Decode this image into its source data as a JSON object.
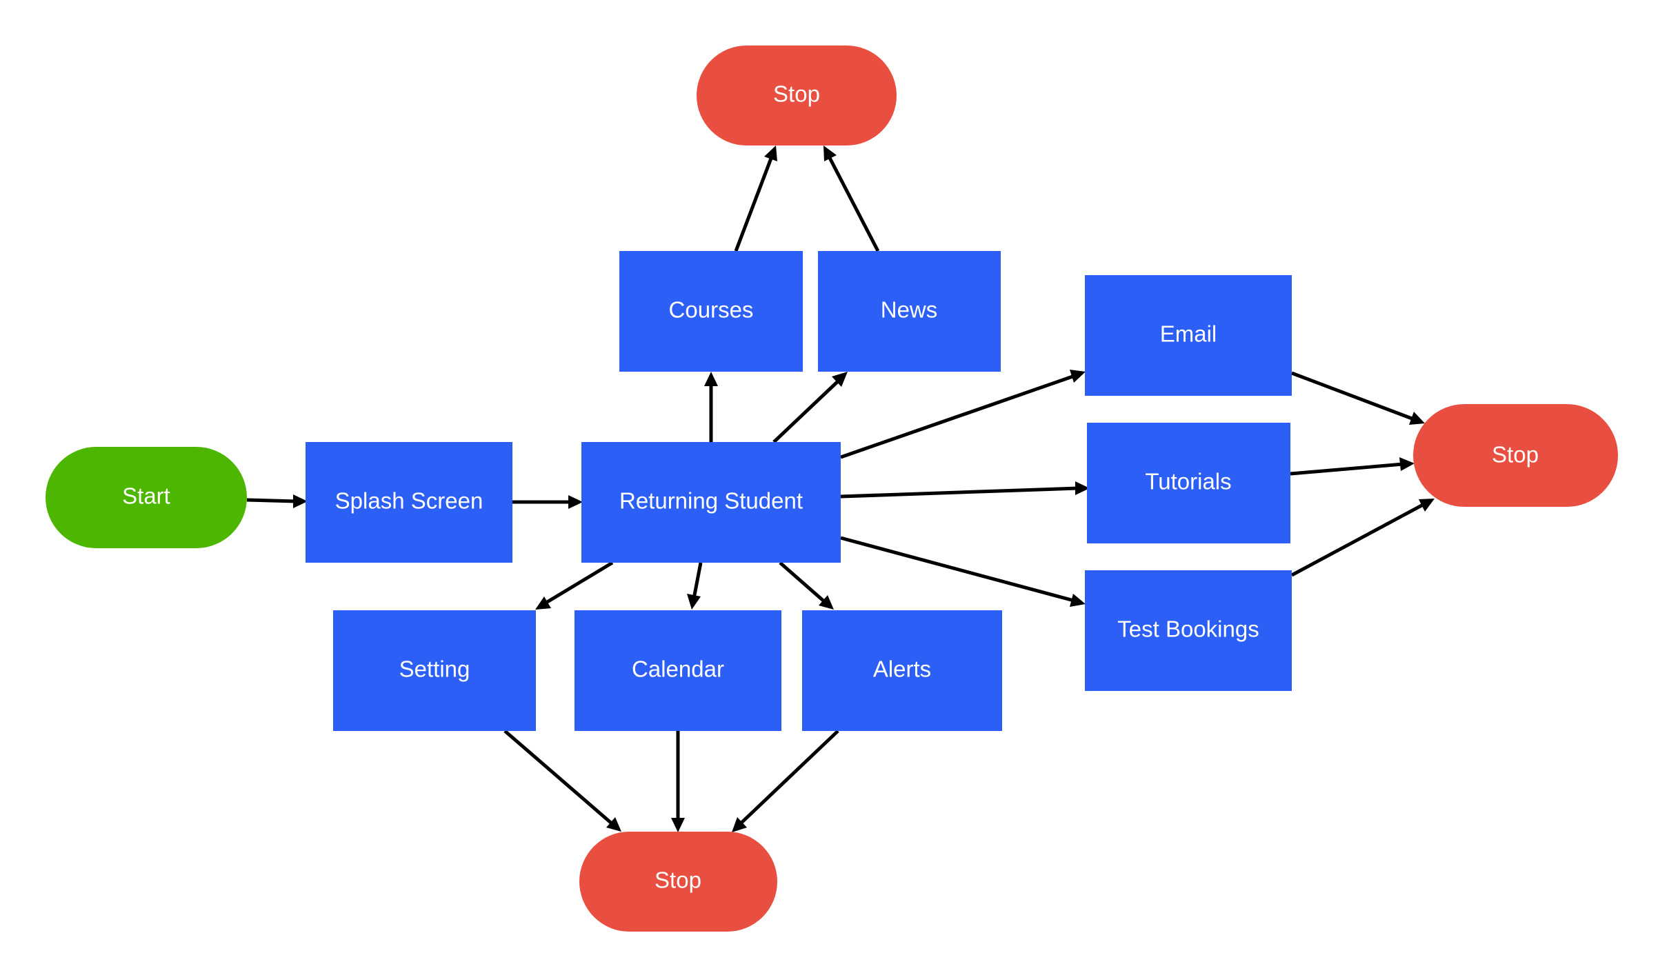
{
  "colors": {
    "start": "#4db600",
    "stop": "#e94f40",
    "process": "#2c5ff5",
    "edge": "#000000",
    "text": "#ffffff"
  },
  "nodes": {
    "start": "Start",
    "splash": "Splash Screen",
    "returning": "Returning Student",
    "courses": "Courses",
    "news": "News",
    "email": "Email",
    "tutorials": "Tutorials",
    "test_bookings": "Test Bookings",
    "setting": "Setting",
    "calendar": "Calendar",
    "alerts": "Alerts",
    "stop_top": "Stop",
    "stop_right": "Stop",
    "stop_bottom": "Stop"
  },
  "edges": [
    [
      "start",
      "splash"
    ],
    [
      "splash",
      "returning"
    ],
    [
      "returning",
      "courses"
    ],
    [
      "returning",
      "news"
    ],
    [
      "returning",
      "email"
    ],
    [
      "returning",
      "tutorials"
    ],
    [
      "returning",
      "test_bookings"
    ],
    [
      "returning",
      "setting"
    ],
    [
      "returning",
      "calendar"
    ],
    [
      "returning",
      "alerts"
    ],
    [
      "courses",
      "stop_top"
    ],
    [
      "news",
      "stop_top"
    ],
    [
      "email",
      "stop_right"
    ],
    [
      "tutorials",
      "stop_right"
    ],
    [
      "test_bookings",
      "stop_right"
    ],
    [
      "setting",
      "stop_bottom"
    ],
    [
      "calendar",
      "stop_bottom"
    ],
    [
      "alerts",
      "stop_bottom"
    ]
  ]
}
